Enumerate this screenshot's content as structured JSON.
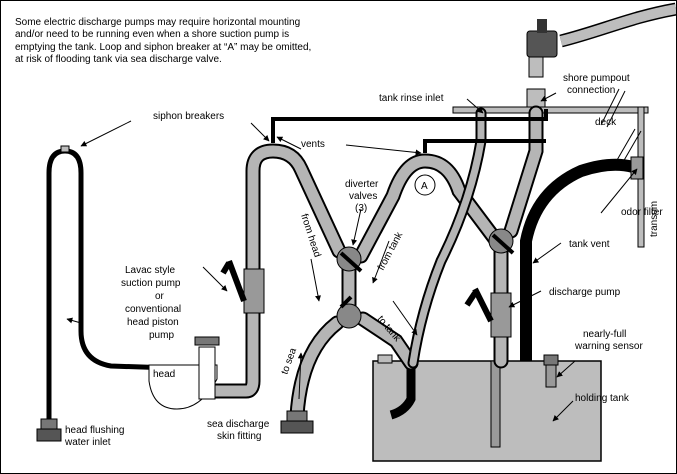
{
  "note": {
    "line1": "Some electric discharge pumps may require horizontal mounting",
    "line2": "and/or need to be running even when a shore suction pump is",
    "line3": "emptying the tank. Loop and siphon breaker at “A” may be omitted,",
    "line4": "at risk of flooding tank via sea discharge valve."
  },
  "labels": {
    "siphon_breakers": "siphon breakers",
    "vents": "vents",
    "tank_rinse_inlet": "tank rinse inlet",
    "shore_pumpout_1": "shore pumpout",
    "shore_pumpout_2": "connection",
    "deck": "deck",
    "transom": "transom",
    "odor_filter": "odor filter",
    "diverter_1": "diverter",
    "diverter_2": "valves",
    "diverter_3": "(3)",
    "marker_a": "A",
    "from_head": "from head",
    "from_tank": "from tank",
    "to_tank": "to tank",
    "to_sea": "to sea",
    "tank_vent": "tank vent",
    "discharge_pump": "discharge pump",
    "lavac_1": "Lavac style",
    "lavac_2": "suction pump",
    "lavac_3": "or",
    "lavac_4": "conventional",
    "lavac_5": "head piston",
    "lavac_6": "pump",
    "head": "head",
    "nearly_full_1": "nearly-full",
    "nearly_full_2": "warning sensor",
    "holding_tank": "holding tank",
    "sea_discharge_1": "sea discharge",
    "sea_discharge_2": "skin fitting",
    "head_flushing_1": "head flushing",
    "head_flushing_2": "water inlet"
  }
}
